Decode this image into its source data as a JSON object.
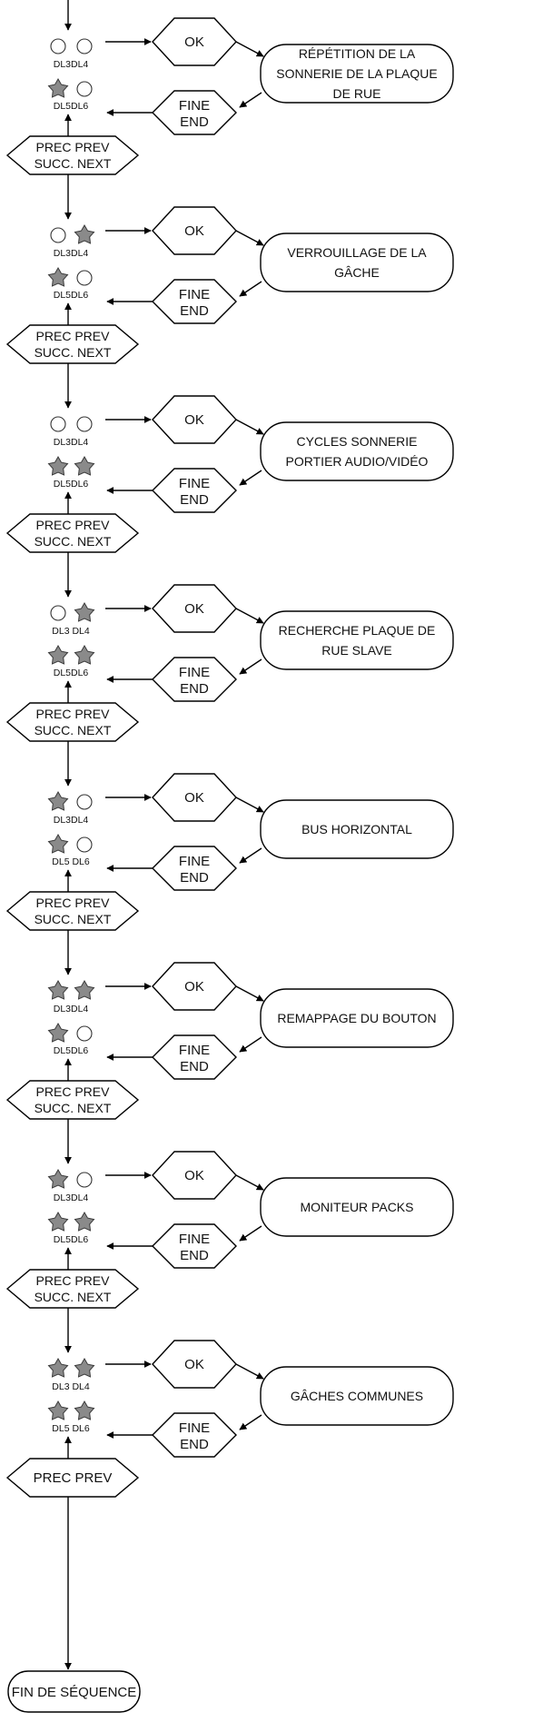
{
  "colors": {
    "stroke": "#000000",
    "led_off": "#ffffff",
    "led_on": "#8a8a8a"
  },
  "icons": {
    "led_off": "empty-circle-led-icon",
    "led_on": "star-led-icon"
  },
  "steps": [
    {
      "ok": "OK",
      "fine": "FINE",
      "end": "END",
      "function": [
        "RÉPÉTITION DE LA",
        "SONNERIE DE LA PLAQUE",
        "DE RUE"
      ],
      "leds": {
        "dl3": "off",
        "dl4": "off",
        "dl5": "on",
        "dl6": "off"
      },
      "led_labels": {
        "top": "DL3DL4",
        "bottom": "DL5DL6"
      },
      "nav": [
        "PREC PREV",
        "SUCC. NEXT"
      ]
    },
    {
      "ok": "OK",
      "fine": "FINE",
      "end": "END",
      "function": [
        "VERROUILLAGE DE LA",
        "GÂCHE"
      ],
      "leds": {
        "dl3": "off",
        "dl4": "on",
        "dl5": "on",
        "dl6": "off"
      },
      "led_labels": {
        "top": "DL3DL4",
        "bottom": "DL5DL6"
      },
      "nav": [
        "PREC PREV",
        "SUCC. NEXT"
      ]
    },
    {
      "ok": "OK",
      "fine": "FINE",
      "end": "END",
      "function": [
        "CYCLES SONNERIE",
        "PORTIER AUDIO/VIDÉO"
      ],
      "leds": {
        "dl3": "off",
        "dl4": "off",
        "dl5": "on",
        "dl6": "on"
      },
      "led_labels": {
        "top": "DL3DL4",
        "bottom": "DL5DL6"
      },
      "nav": [
        "PREC PREV",
        "SUCC. NEXT"
      ]
    },
    {
      "ok": "OK",
      "fine": "FINE",
      "end": "END",
      "function": [
        "RECHERCHE PLAQUE DE",
        "RUE SLAVE"
      ],
      "leds": {
        "dl3": "off",
        "dl4": "on",
        "dl5": "on",
        "dl6": "on"
      },
      "led_labels": {
        "top": "DL3 DL4",
        "bottom": "DL5DL6"
      },
      "nav": [
        "PREC PREV",
        "SUCC. NEXT"
      ]
    },
    {
      "ok": "OK",
      "fine": "FINE",
      "end": "END",
      "function": [
        "BUS HORIZONTAL"
      ],
      "leds": {
        "dl3": "on",
        "dl4": "off",
        "dl5": "on",
        "dl6": "off"
      },
      "led_labels": {
        "top": "DL3DL4",
        "bottom": "DL5 DL6"
      },
      "nav": [
        "PREC PREV",
        "SUCC. NEXT"
      ]
    },
    {
      "ok": "OK",
      "fine": "FINE",
      "end": "END",
      "function": [
        "REMAPPAGE DU BOUTON"
      ],
      "leds": {
        "dl3": "on",
        "dl4": "on",
        "dl5": "on",
        "dl6": "off"
      },
      "led_labels": {
        "top": "DL3DL4",
        "bottom": "DL5DL6"
      },
      "nav": [
        "PREC PREV",
        "SUCC. NEXT"
      ]
    },
    {
      "ok": "OK",
      "fine": "FINE",
      "end": "END",
      "function": [
        "MONITEUR PACKS"
      ],
      "leds": {
        "dl3": "on",
        "dl4": "off",
        "dl5": "on",
        "dl6": "on"
      },
      "led_labels": {
        "top": "DL3DL4",
        "bottom": "DL5DL6"
      },
      "nav": [
        "PREC PREV",
        "SUCC. NEXT"
      ]
    },
    {
      "ok": "OK",
      "fine": "FINE",
      "end": "END",
      "function": [
        "GÂCHES COMMUNES"
      ],
      "leds": {
        "dl3": "on",
        "dl4": "on",
        "dl5": "on",
        "dl6": "on"
      },
      "led_labels": {
        "top": "DL3  DL4",
        "bottom": "DL5  DL6"
      },
      "nav": [
        "PREC PREV"
      ]
    }
  ],
  "final": {
    "label": "FIN DE SÉQUENCE"
  }
}
